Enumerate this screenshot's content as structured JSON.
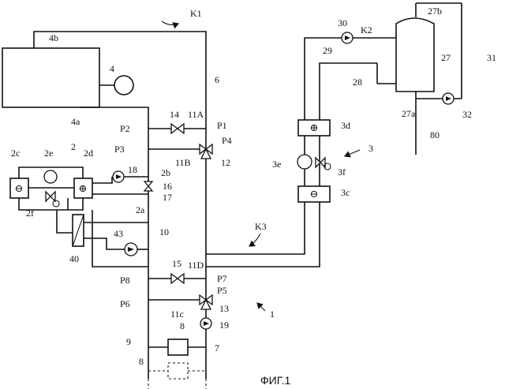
{
  "figure": {
    "caption": "ФИГ.1"
  },
  "labels": {
    "K1": "K1",
    "K2": "K2",
    "K3": "K3",
    "n1": "1",
    "n2": "2",
    "n3": "3",
    "n4": "4",
    "n4a": "4a",
    "n4b": "4b",
    "n6": "6",
    "n7": "7",
    "n8a": "8",
    "n8b": "8",
    "n9": "9",
    "n10": "10",
    "n11A": "11A",
    "n11B": "11B",
    "n11c": "11c",
    "n11D": "11D",
    "n12": "12",
    "n13": "13",
    "n14": "14",
    "n15": "15",
    "n16": "16",
    "n17": "17",
    "n18": "18",
    "n19": "19",
    "n2a": "2a",
    "n2b": "2b",
    "n2c": "2c",
    "n2d": "2d",
    "n2e": "2e",
    "n2f": "2f",
    "n3c": "3c",
    "n3d": "3d",
    "n3e": "3e",
    "n3f": "3f",
    "n27": "27",
    "n27a": "27a",
    "n27b": "27b",
    "n28": "28",
    "n29": "29",
    "n30": "30",
    "n31": "31",
    "n32": "32",
    "n40": "40",
    "n43": "43",
    "n80": "80",
    "P1": "P1",
    "P2": "P2",
    "P3": "P3",
    "P4": "P4",
    "P5": "P5",
    "P6": "P6",
    "P7": "P7",
    "P8": "P8"
  },
  "symbols": {
    "plus": "⊕",
    "minus": "⊖"
  }
}
